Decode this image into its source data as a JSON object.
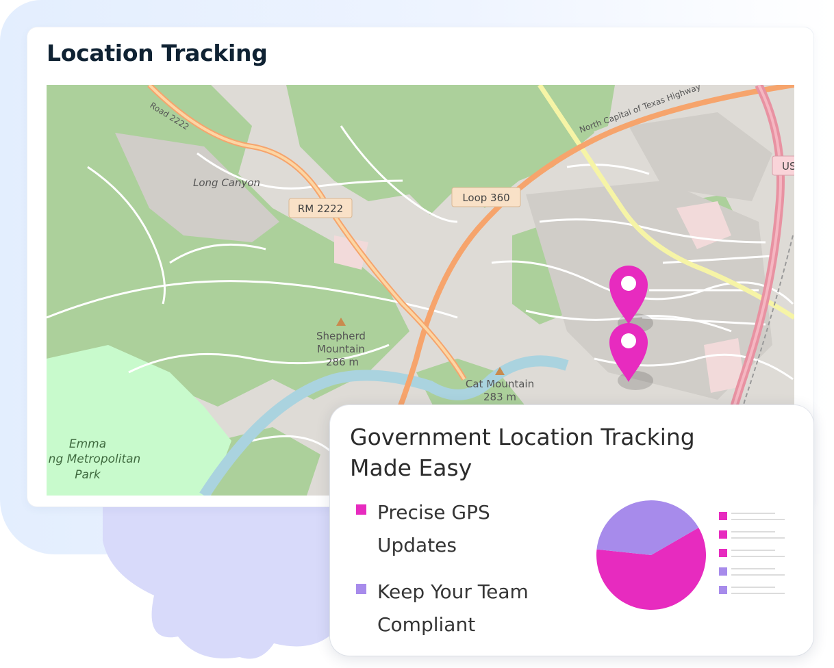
{
  "colors": {
    "accent_magenta": "#e72bbf",
    "accent_lavender": "#a78beb",
    "title_dark": "#0f2233",
    "gear": "#d8dafa"
  },
  "map_card": {
    "title": "Location Tracking"
  },
  "map": {
    "labels": {
      "road_2222_top": "Road 2222",
      "long_canyon": "Long Canyon",
      "rm_2222": "RM 2222",
      "loop_360": "Loop 360",
      "n_capital": "North Capital of Texas Highway",
      "us": "US",
      "shepherd_1": "Shepherd",
      "shepherd_2": "Mountain",
      "shepherd_elev": "286 m",
      "cat_mountain": "Cat Mountain",
      "cat_elev": "283 m",
      "emma_1": "Emma",
      "emma_2": "ng Metropolitan",
      "emma_3": "Park"
    },
    "pins": [
      {
        "name": "location-pin-1",
        "icon": "map-pin-icon"
      },
      {
        "name": "location-pin-2",
        "icon": "map-pin-icon"
      }
    ]
  },
  "info_card": {
    "title_line1": "Government Location Tracking",
    "title_line2": "Made Easy",
    "features": [
      {
        "line1": "Precise GPS",
        "line2": "Updates",
        "color": "#e72bbf"
      },
      {
        "line1": "Keep Your Team",
        "line2": "Compliant",
        "color": "#a78beb"
      }
    ]
  },
  "chart_data": {
    "type": "pie",
    "slices": [
      {
        "value": 60,
        "color": "#e72bbf"
      },
      {
        "value": 40,
        "color": "#a78beb"
      }
    ],
    "legend": [
      {
        "color": "#e72bbf"
      },
      {
        "color": "#e72bbf"
      },
      {
        "color": "#e72bbf"
      },
      {
        "color": "#a78beb"
      },
      {
        "color": "#a78beb"
      }
    ]
  }
}
